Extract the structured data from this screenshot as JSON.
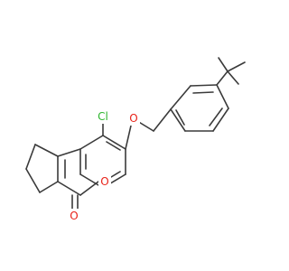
{
  "molecule": {
    "atom_labels": [
      {
        "id": "cl",
        "text": "Cl",
        "color": "#2db52d"
      },
      {
        "id": "o_ether",
        "text": "O",
        "color": "#e8231a"
      },
      {
        "id": "o_ring",
        "text": "O",
        "color": "#e8231a"
      },
      {
        "id": "o_carbonyl",
        "text": "O",
        "color": "#e8231a"
      }
    ],
    "bond_color": "#3a3a3a"
  }
}
